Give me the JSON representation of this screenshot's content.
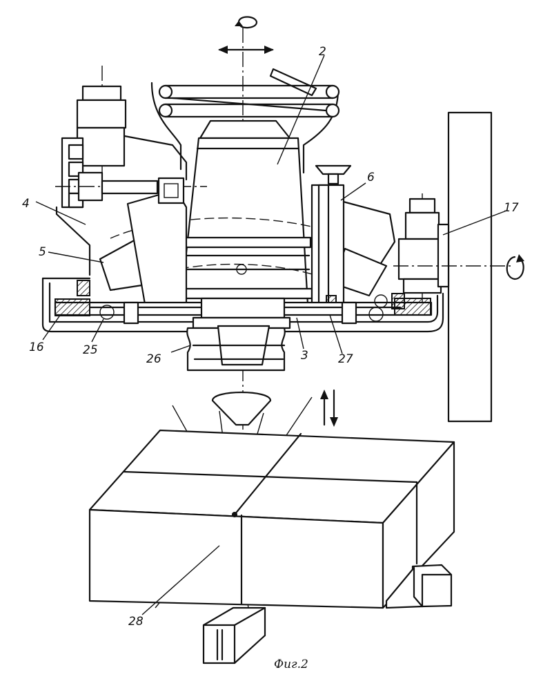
{
  "figure": {
    "caption": "Фиг.2",
    "labels": {
      "l2": "2",
      "l3": "3",
      "l4": "4",
      "l5": "5",
      "l6": "6",
      "l16": "16",
      "l17": "17",
      "l25": "25",
      "l26": "26",
      "l27": "27",
      "l28": "28"
    }
  }
}
